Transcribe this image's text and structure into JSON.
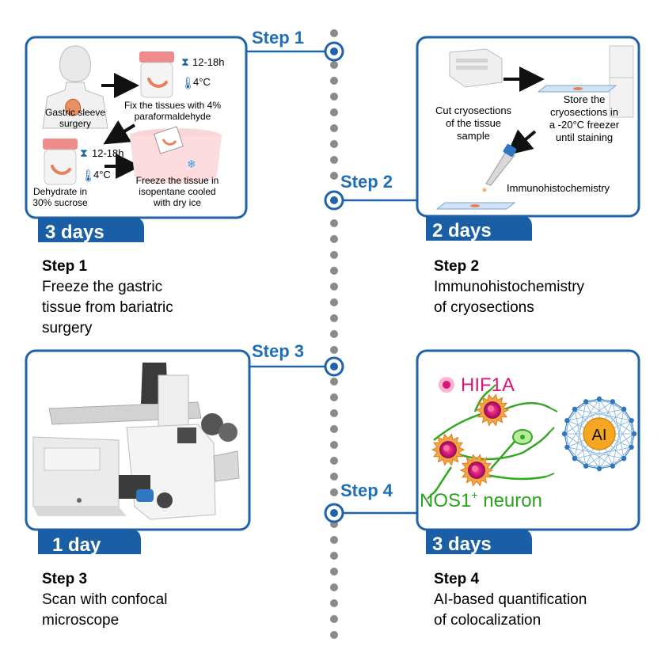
{
  "colors": {
    "frame": "#1f63a8",
    "step_label": "#1f6fb8",
    "tab": "#1a5fa6",
    "dots": "#8a8a8a",
    "hif1a": "#d6187a",
    "nos1": "#2aa31e",
    "ai_node": "#2f77c0"
  },
  "steps": [
    {
      "label": "Step 1",
      "duration": "3 days",
      "caption_title": "Step 1",
      "caption_lines": [
        "Freeze the gastric",
        "tissue from bariatric",
        "surgery"
      ],
      "panel": {
        "surgery_label": [
          "Gastric sleeve",
          "surgery"
        ],
        "fix_time": "12-18h",
        "fix_temp": "4°C",
        "fix_label": [
          "Fix the tissues with 4%",
          "paraformaldehyde"
        ],
        "dehydrate_time": "12-18h",
        "dehydrate_temp": "4°C",
        "dehydrate_label": [
          "Dehydrate in",
          "30% sucrose"
        ],
        "freeze_label": [
          "Freeze the tissue in",
          "isopentane cooled",
          "with dry ice"
        ]
      }
    },
    {
      "label": "Step 2",
      "duration": "2 days",
      "caption_title": "Step 2",
      "caption_lines": [
        "Immunohistochemistry",
        "of cryosections"
      ],
      "panel": {
        "cut_label": [
          "Cut cryosections",
          "of the tissue",
          "sample"
        ],
        "store_label": [
          "Store the",
          "cryosections in",
          "a -20°C freezer",
          "until staining"
        ],
        "ihc_label": "Immunohistochemistry"
      }
    },
    {
      "label": "Step 3",
      "duration": "1 day",
      "caption_title": "Step 3",
      "caption_lines": [
        "Scan with confocal",
        "microscope"
      ],
      "panel": {}
    },
    {
      "label": "Step 4",
      "duration": "3 days",
      "caption_title": "Step 4",
      "caption_lines": [
        "AI-based quantification",
        "of colocalization"
      ],
      "panel": {
        "marker_label": "HIF1A",
        "neuron_label": "NOS1",
        "neuron_sup": "+",
        "neuron_suffix": " neuron",
        "ai_label": "AI"
      }
    }
  ]
}
